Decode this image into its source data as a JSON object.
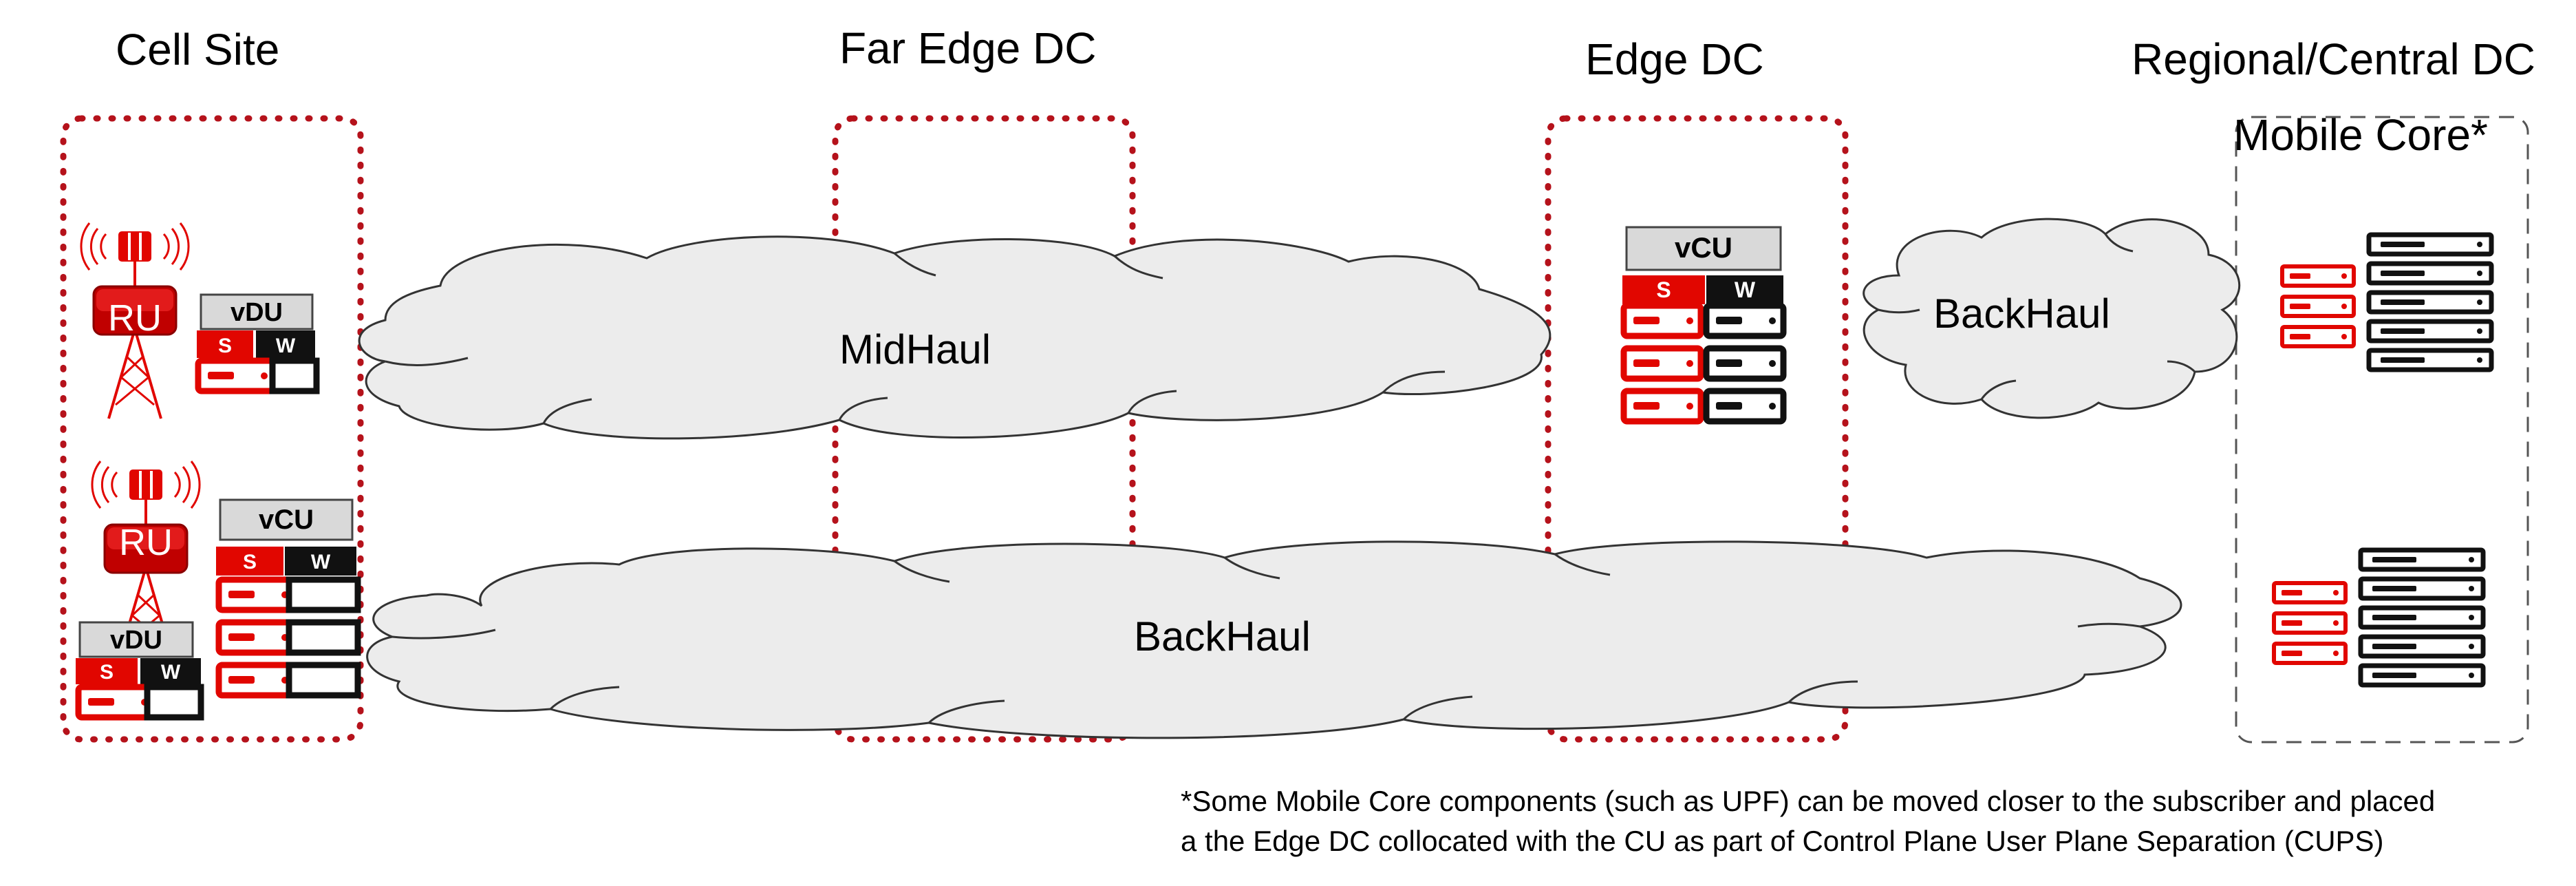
{
  "sections": {
    "cell_site": "Cell Site",
    "far_edge": "Far Edge DC",
    "edge": "Edge DC",
    "regional": "Regional/Central DC",
    "mobile_core": "Mobile Core*"
  },
  "clouds": {
    "midhaul": "MidHaul",
    "backhaul_main": "BackHaul",
    "backhaul_small": "BackHaul"
  },
  "components": {
    "ru": "RU",
    "vdu": "vDU",
    "vcu": "vCU",
    "s": "S",
    "w": "W"
  },
  "footnote": {
    "line1": "*Some Mobile Core components (such as UPF) can be moved closer to the subscriber and placed",
    "line2": "a the Edge DC collocated with the CU as part of Control Plane User Plane Separation (CUPS)"
  },
  "colors": {
    "red": "#e10600",
    "dark_red": "#b5121b",
    "black": "#111111",
    "cloud_fill": "#ececec",
    "cloud_stroke": "#333333",
    "label_gray": "#d9d9d9"
  }
}
